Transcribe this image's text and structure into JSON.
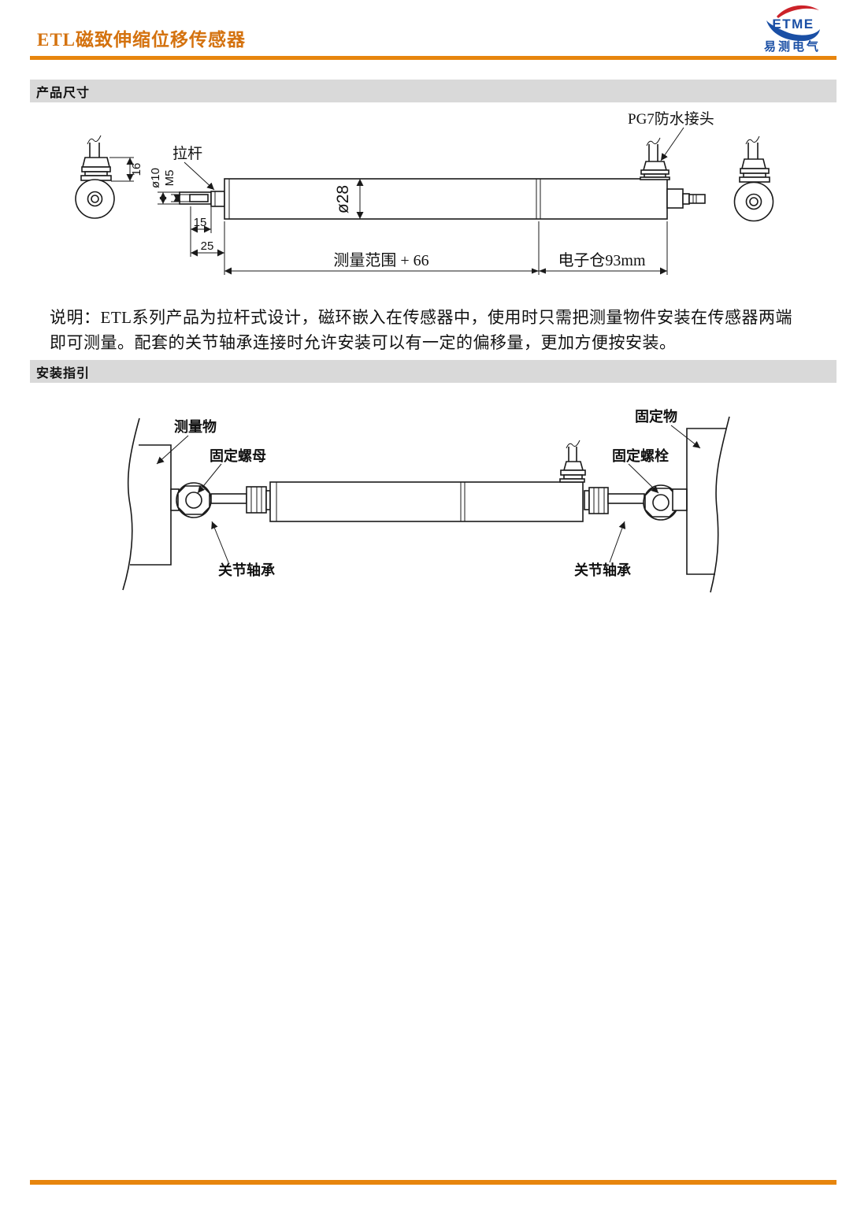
{
  "header": {
    "title": "ETL磁致伸缩位移传感器",
    "logo": {
      "brand": "ETME",
      "company": "易测电气"
    }
  },
  "sections": [
    {
      "heading": "产品尺寸"
    },
    {
      "heading": "安装指引"
    }
  ],
  "dimension_drawing": {
    "callout_pg7": "PG7防水接头",
    "callout_pull_rod": "拉杆",
    "dim_cable_gland_height": "16",
    "dim_rod_diameter": "ø10",
    "dim_thread": "M5",
    "dim_thread_length": "15",
    "dim_rod_length": "25",
    "dim_tube_diameter": "ø28",
    "dim_measuring_range": "测量范围 + 66",
    "dim_electronics_bay": "电子仓93mm"
  },
  "description": {
    "line1": "说明：ETL系列产品为拉杆式设计，磁环嵌入在传感器中，使用时只需把测量物件安装在传感器两端",
    "line2": "即可测量。配套的关节轴承连接时允许安装可以有一定的偏移量，更加方便按安装。"
  },
  "installation_drawing": {
    "label_measured_object": "测量物",
    "label_fixing_nut": "固定螺母",
    "label_joint_bearing_left": "关节轴承",
    "label_fixed_object": "固定物",
    "label_fixing_bolt": "固定螺栓",
    "label_joint_bearing_right": "关节轴承"
  },
  "colors": {
    "accent_orange": "#E7850D",
    "title_orange": "#D4720F",
    "section_gray": "#D9D9D9",
    "logo_blue": "#1A4FA5",
    "logo_red": "#CC2229",
    "line_black": "#1A1A1A"
  }
}
